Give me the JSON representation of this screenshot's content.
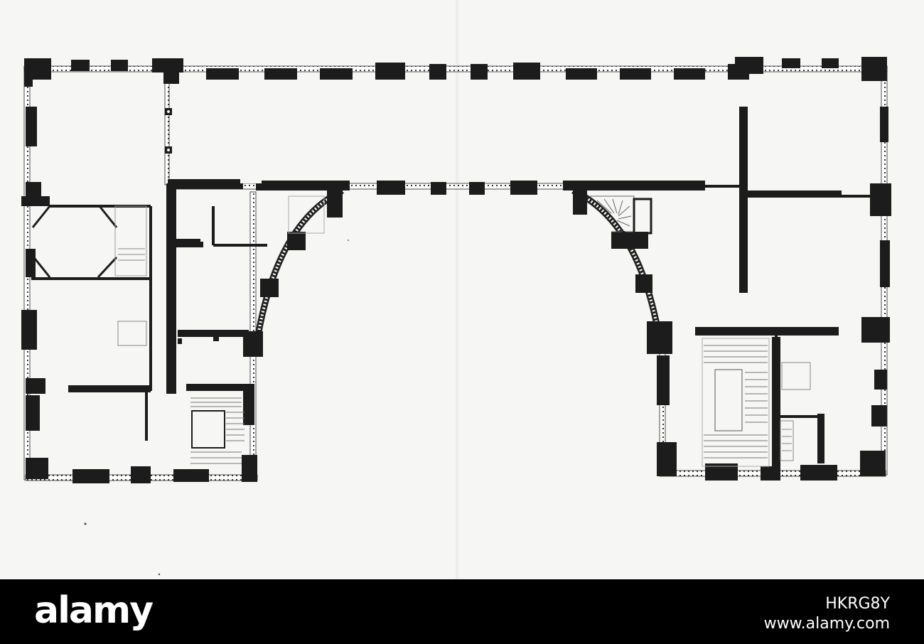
{
  "watermark": {
    "brand": "alamy",
    "image_id": "HKRG8Y",
    "site": "www.alamy.com"
  },
  "colors": {
    "paper": "#f6f6f4",
    "ink": "#1c1c1c",
    "footer_bg": "#000000",
    "footer_text": "#ffffff"
  }
}
